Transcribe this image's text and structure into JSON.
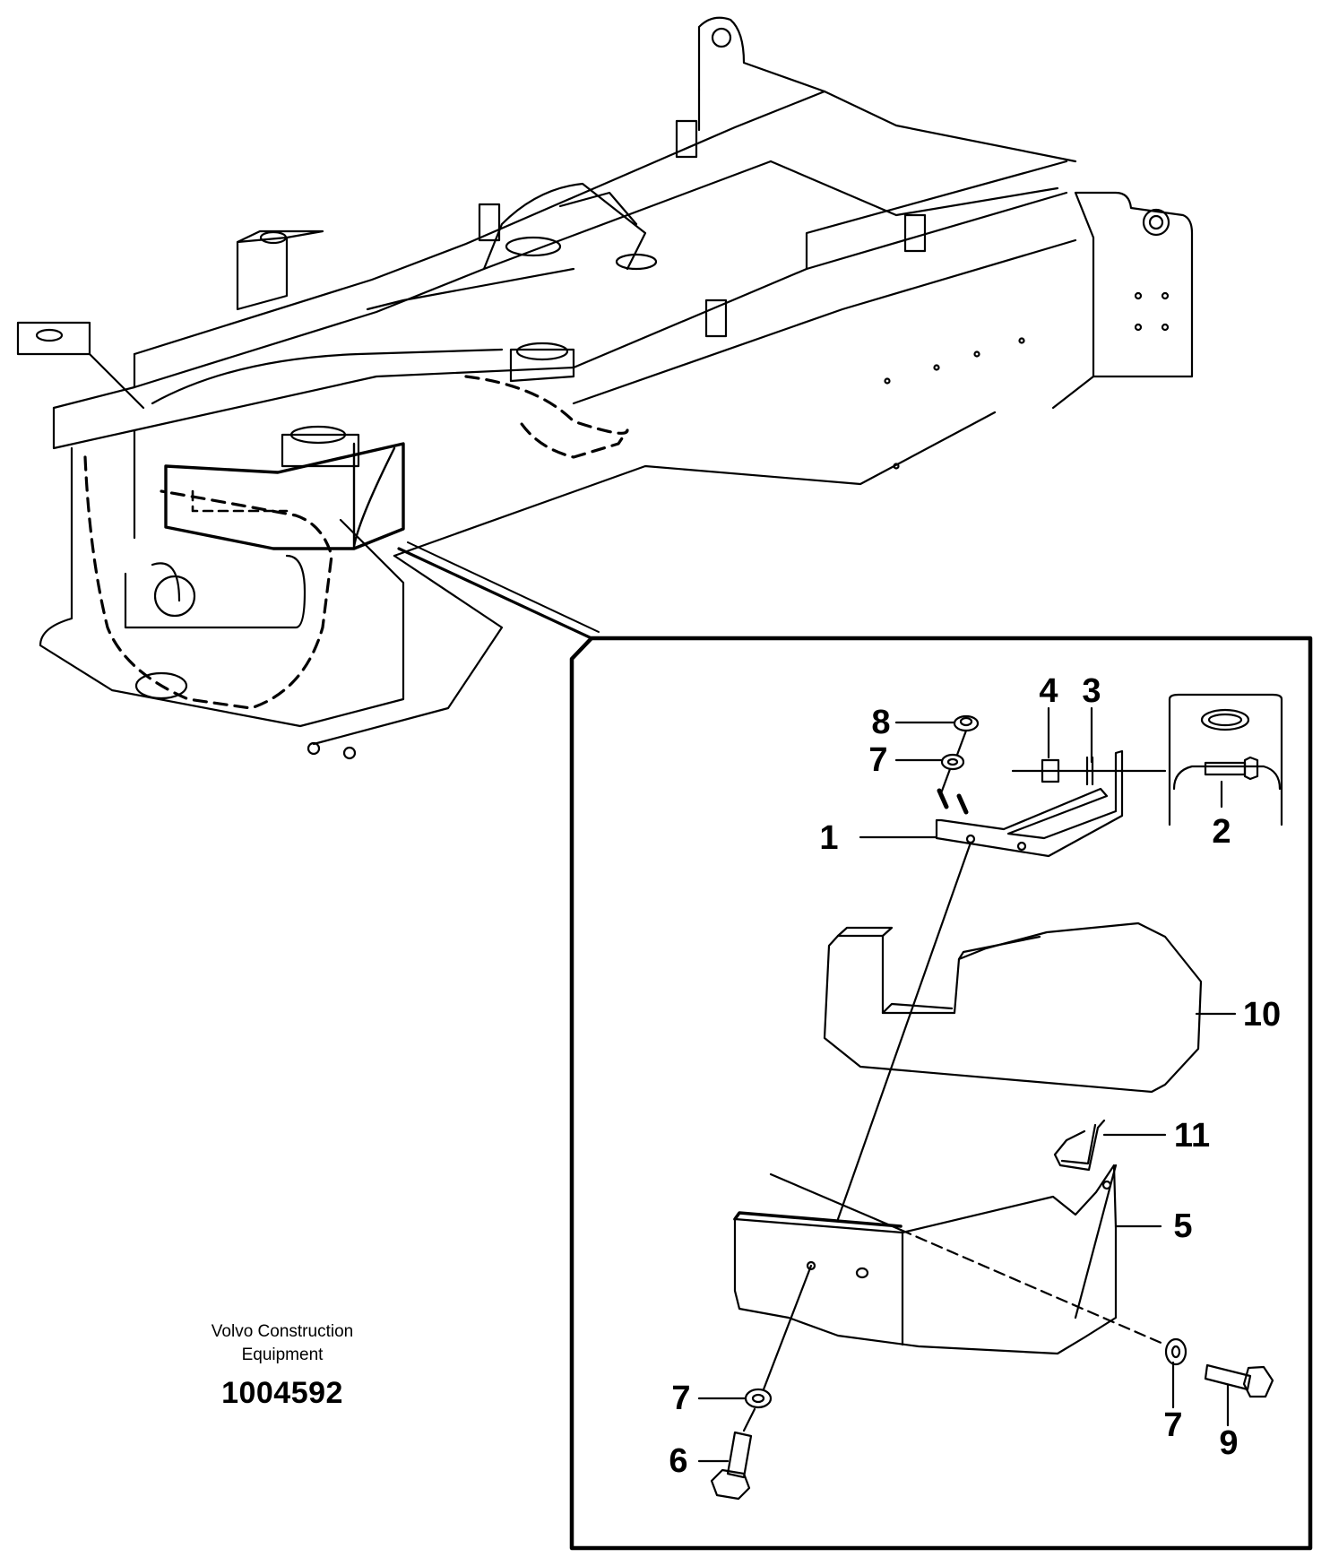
{
  "caption": {
    "line1": "Volvo Construction",
    "line2": "Equipment",
    "number": "1004592"
  },
  "callouts": {
    "c1": "1",
    "c2": "2",
    "c3": "3",
    "c4": "4",
    "c5": "5",
    "c6": "6",
    "c7a": "7",
    "c7b": "7",
    "c7c": "7",
    "c8": "8",
    "c9": "9",
    "c10": "10",
    "c11": "11"
  },
  "colors": {
    "ink": "#000000",
    "paper": "#ffffff"
  }
}
